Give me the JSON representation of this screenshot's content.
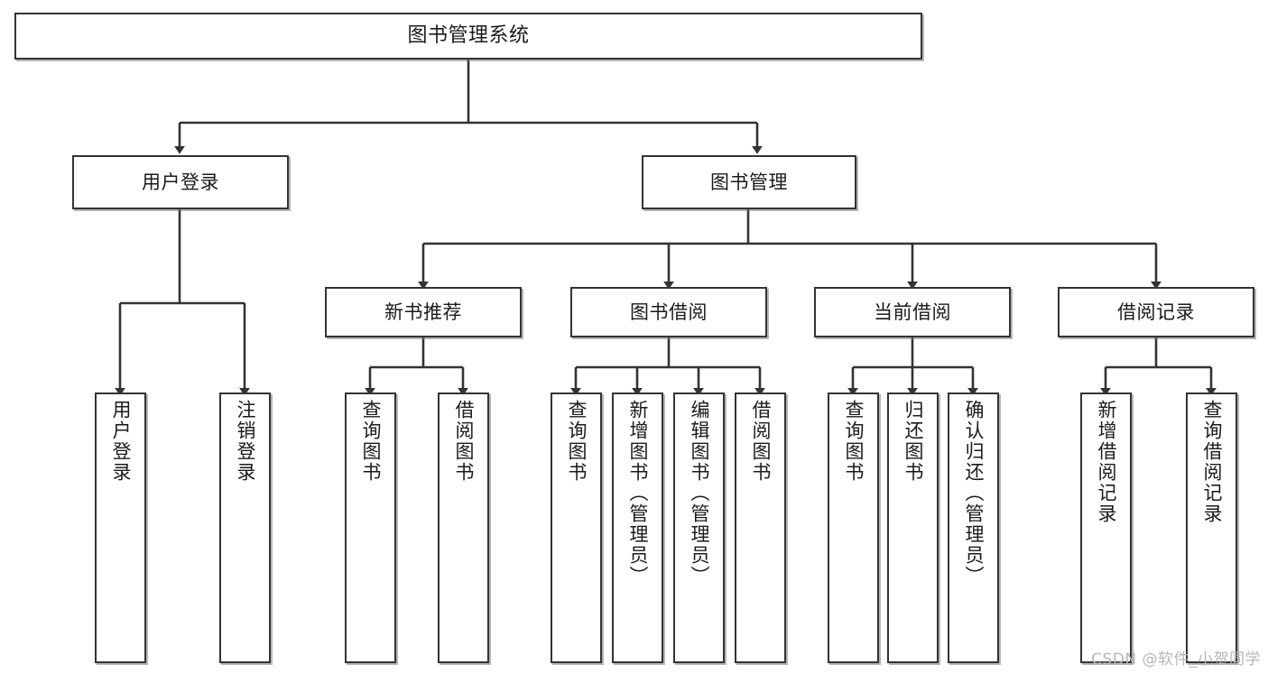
{
  "diagram": {
    "title": "图书管理系统",
    "type": "tree-hierarchy",
    "levels": 4,
    "watermark": "CSDN @软件_小贺同学",
    "colors": {
      "border": "#333333",
      "background": "#ffffff",
      "text": "#1b1b1b",
      "edge": "#333333",
      "watermark": "#b6b6b6"
    }
  },
  "nodes": {
    "root": {
      "label": "图书管理系统"
    },
    "level2": [
      {
        "label": "用户登录"
      },
      {
        "label": "图书管理"
      }
    ],
    "level3": [
      {
        "label": "新书推荐"
      },
      {
        "label": "图书借阅"
      },
      {
        "label": "当前借阅"
      },
      {
        "label": "借阅记录"
      }
    ],
    "leaves": {
      "user_login": [
        {
          "label": "用户登录"
        },
        {
          "label": "注销登录"
        }
      ],
      "new_book": [
        {
          "label": "查询图书"
        },
        {
          "label": "借阅图书"
        }
      ],
      "book_borrow": [
        {
          "label": "查询图书"
        },
        {
          "label": "新增图书（管理员）"
        },
        {
          "label": "编辑图书（管理员）"
        },
        {
          "label": "借阅图书"
        }
      ],
      "current_borrow": [
        {
          "label": "查询图书"
        },
        {
          "label": "归还图书"
        },
        {
          "label": "确认归还（管理员）"
        }
      ],
      "borrow_record": [
        {
          "label": "新增借阅记录"
        },
        {
          "label": "查询借阅记录"
        }
      ]
    }
  }
}
